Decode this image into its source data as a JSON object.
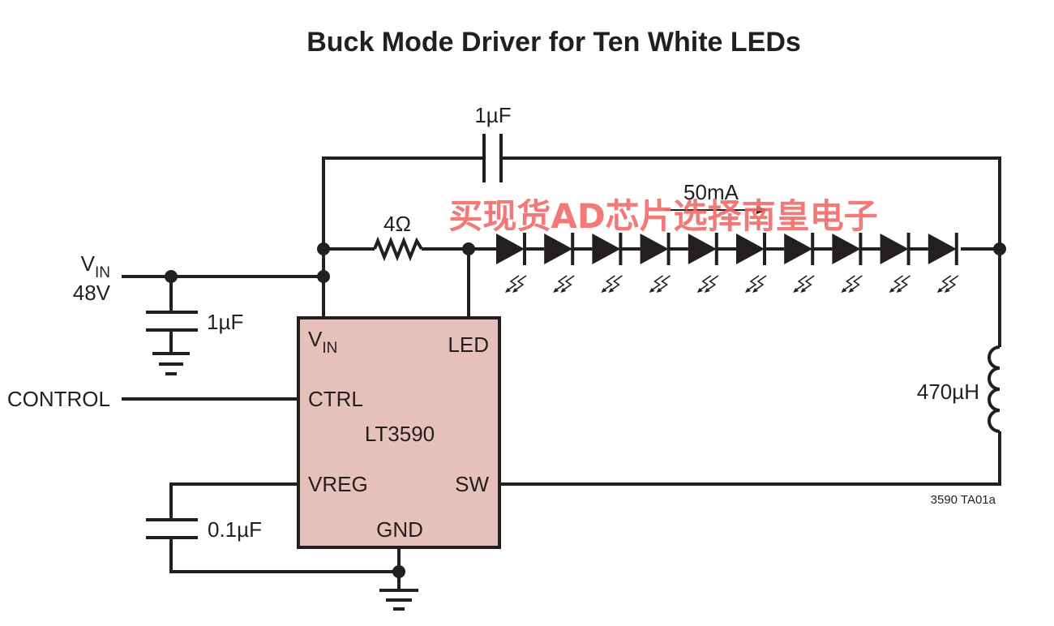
{
  "title": "Buck Mode Driver for Ten White LEDs",
  "watermark": "买现货AD芯片选择南皇电子",
  "ic": {
    "name": "LT3590",
    "pins": {
      "vin_main": "V",
      "vin_sub": "IN",
      "led": "LED",
      "ctrl": "CTRL",
      "vreg": "VREG",
      "sw": "SW",
      "gnd": "GND"
    },
    "fill": "#e6c1bb"
  },
  "components": {
    "cap_top": "1µF",
    "cap_input": "1µF",
    "cap_vreg": "0.1µF",
    "resistor": "4Ω",
    "inductor": "470µH",
    "current": "50mA"
  },
  "inputs": {
    "vin_main": "V",
    "vin_sub": "IN",
    "vin_value": "48V",
    "control": "CONTROL"
  },
  "led_count": 10,
  "figure_id": "3590 TA01a"
}
